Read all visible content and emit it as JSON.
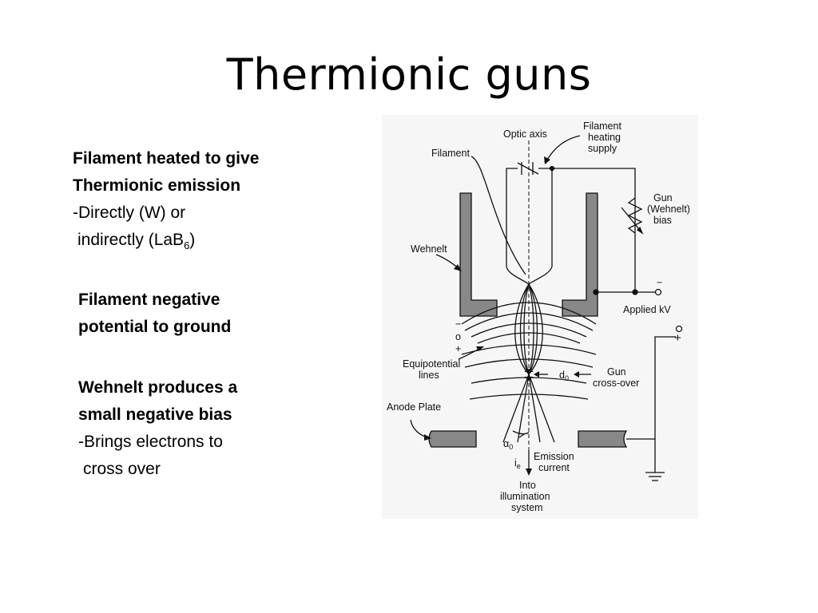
{
  "title": "Thermionic guns",
  "blocks": [
    {
      "line1": "Filament heated to give",
      "line2": "Thermionic emission",
      "sub1": "-Directly (W) or",
      "sub2_pre": "indirectly (LaB",
      "sub2_sub": "6",
      "sub2_post": ")"
    },
    {
      "line1": "Filament negative",
      "line2": "potential to ground"
    },
    {
      "line1": "Wehnelt produces a",
      "line2": "small negative bias",
      "sub1": "-Brings electrons to",
      "sub2": "cross over"
    }
  ],
  "diagram": {
    "optic_axis": "Optic axis",
    "filament_supply": [
      "Filament",
      "heating",
      "supply"
    ],
    "filament": "Filament",
    "gun_bias": [
      "Gun",
      "(Wehnelt)",
      "bias"
    ],
    "wehnelt": "Wehnelt",
    "applied_kv": "Applied kV",
    "minus": "−",
    "plus": "+",
    "zero": "o",
    "equipotential": [
      "Equipotential",
      "lines"
    ],
    "d0": "d",
    "d0_sub": "0",
    "crossover": [
      "Gun",
      "cross-over"
    ],
    "anode": "Anode Plate",
    "alpha": "α",
    "alpha_sub": "0",
    "ie": "i",
    "ie_sub": "e",
    "emission": [
      "Emission",
      "current"
    ],
    "into": [
      "Into",
      "illumination",
      "system"
    ]
  }
}
